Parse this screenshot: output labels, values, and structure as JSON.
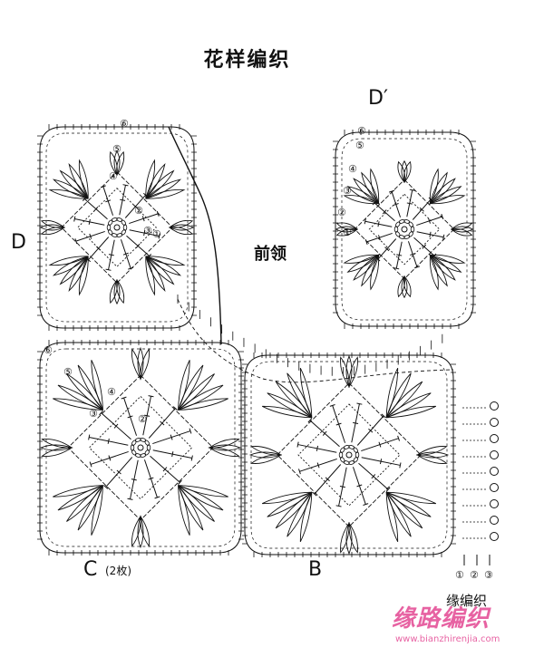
{
  "title": "花样编织",
  "labels": {
    "D": "D",
    "D_prime": "D′",
    "neck": "前领",
    "C": "C",
    "C_count": "(2枚)",
    "B": "B",
    "edging": "缘编织"
  },
  "round_numbers": [
    "①",
    "②",
    "③",
    "④",
    "⑤",
    "⑥"
  ],
  "watermark": {
    "text": "缘路编织",
    "url": "www.bianzhirenjia.com"
  },
  "colors": {
    "ink": "#111111",
    "watermark": "#e23b8c"
  }
}
